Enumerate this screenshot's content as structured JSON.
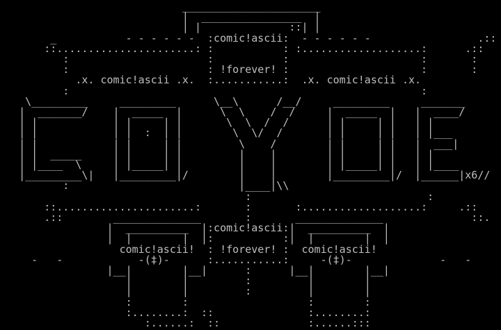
{
  "palette": {
    "background": "#000000",
    "foreground": "#bfbfbf"
  },
  "artwork": {
    "group_name": "comic!ascii",
    "slogan": "!forever!",
    "tagline": ".x. comic!ascii .x.",
    "signature": "comic!ascii!",
    "release_mark": "|x6//",
    "dagger_mark": "-(‡)-",
    "lines": [
      "                             ______________________",
      "                             |  ________________  |",
      "                             | |              ::| |",
      "        _           - - - - - -  :comic!ascii:  - - - - - -                 .::",
      "       ::......................: :           : :...................:      .::",
      "          :                      :           :                     :       :",
      "          :                      : !forever! :                     :       :",
      "            .x. comic!ascii .x.  :...........:  .x. comic!ascii .x.",
      "          :                                                        :",
      "    \\_________     _________      \\__\\      /__/     _________     _______",
      "   |  _______/    |  _____  |      \\  \\    /  /     |  _____  |   |  ____/",
      "   | |            | |     | |       \\  \\  /  /      | |     | |   | |",
      "   | |            | |  :  | |        \\  \\/  /       | |     | |   | |___",
      "   | |            | |     | |         \\    /        | |     | |   |  ___|",
      "   | |  _____     | |     | |         |    |        | |     | |   | |",
      "   | |____  \\     | |_____| |         |    |        | |_____| |   | |____",
      "   |_________\\|   |_________|/        |    |        |_________|/  |______|x6//",
      "          :                           |____|\\\\",
      "                                       :                            :",
      "       ::......................:       :       :...................:     .::",
      "       .::        ______________       :       ______________              ::.",
      "                 |  __________  |:comic!ascii:|  __________  |",
      "                 |  |        |  |:           :|  |        |  |",
      "                   comic!ascii!  : !forever! :  comic!ascii!",
      "     -   -            -(‡)-      :...........:     -(‡)-              -   -",
      "                 |__|        |__|      :      |__|        |__|",
      "                    |        |         :         |        |",
      "                    |        |         :         |        |",
      "                    :        :                   :        :",
      "                    :........:  ::               :........:",
      "                       :......:  ::              :......:::"
    ]
  }
}
